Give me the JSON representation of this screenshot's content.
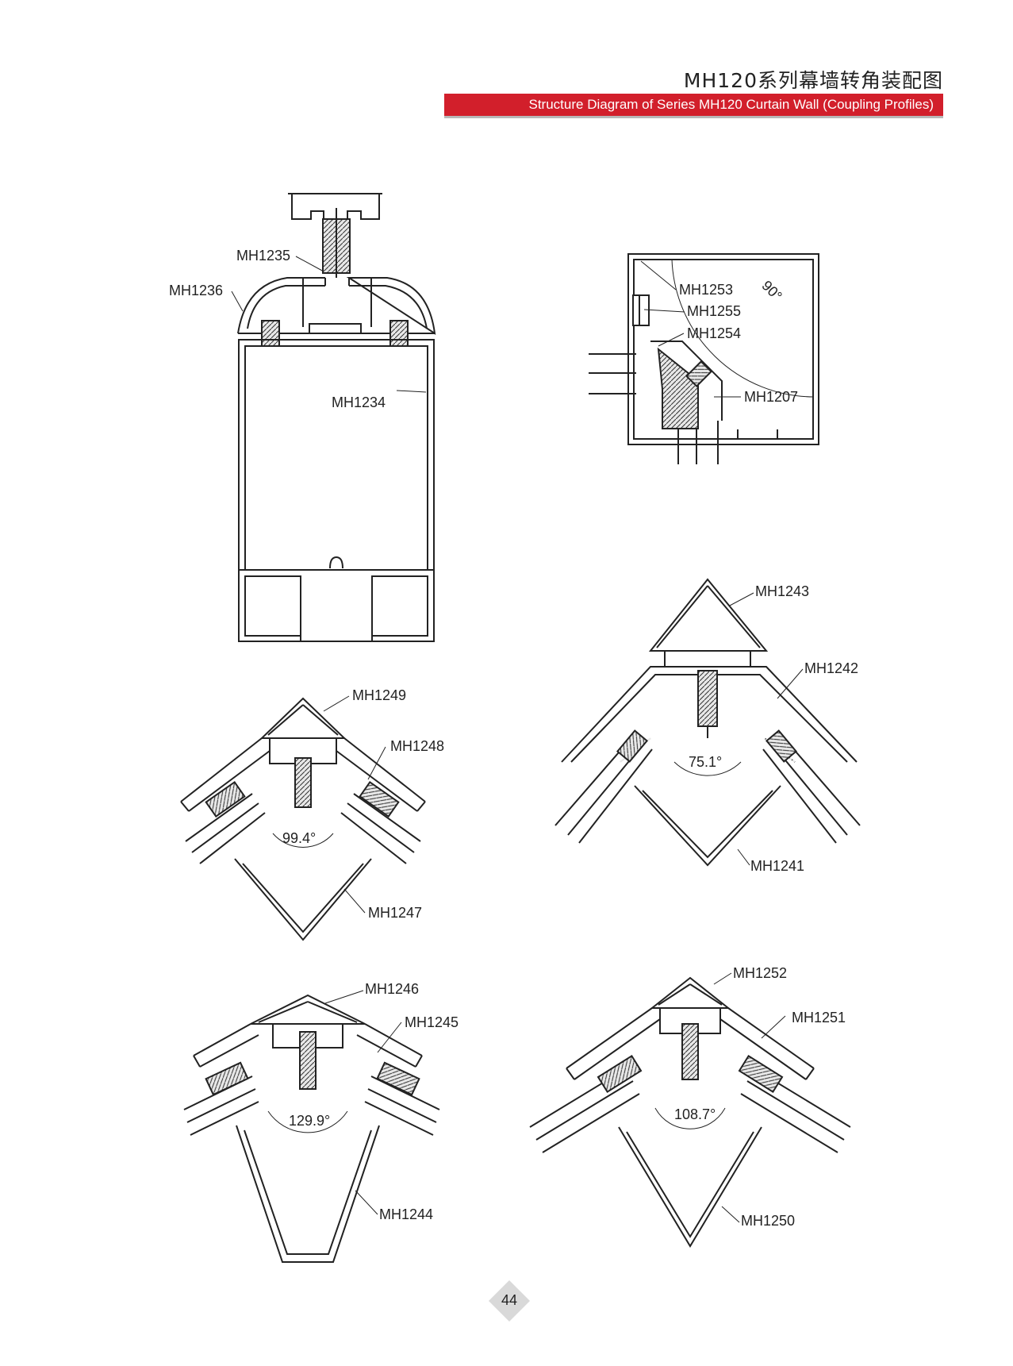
{
  "header": {
    "title_zh": "MH120系列幕墙转角装配图",
    "title_en": "Structure Diagram of Series MH120 Curtain Wall (Coupling Profiles)",
    "accent_color": "#d21f2b"
  },
  "labels": {
    "mh1235": "MH1235",
    "mh1236": "MH1236",
    "mh1234": "MH1234",
    "mh1253": "MH1253",
    "mh1255": "MH1255",
    "mh1254": "MH1254",
    "mh1207": "MH1207",
    "mh1243": "MH1243",
    "mh1242": "MH1242",
    "mh1241": "MH1241",
    "mh1249": "MH1249",
    "mh1248": "MH1248",
    "mh1247": "MH1247",
    "mh1246": "MH1246",
    "mh1245": "MH1245",
    "mh1244": "MH1244",
    "mh1252": "MH1252",
    "mh1251": "MH1251",
    "mh1250": "MH1250"
  },
  "angles": {
    "a90": "90°",
    "a75": "75.1°",
    "a99": "99.4°",
    "a129": "129.9°",
    "a108": "108.7°"
  },
  "page_number": "44"
}
